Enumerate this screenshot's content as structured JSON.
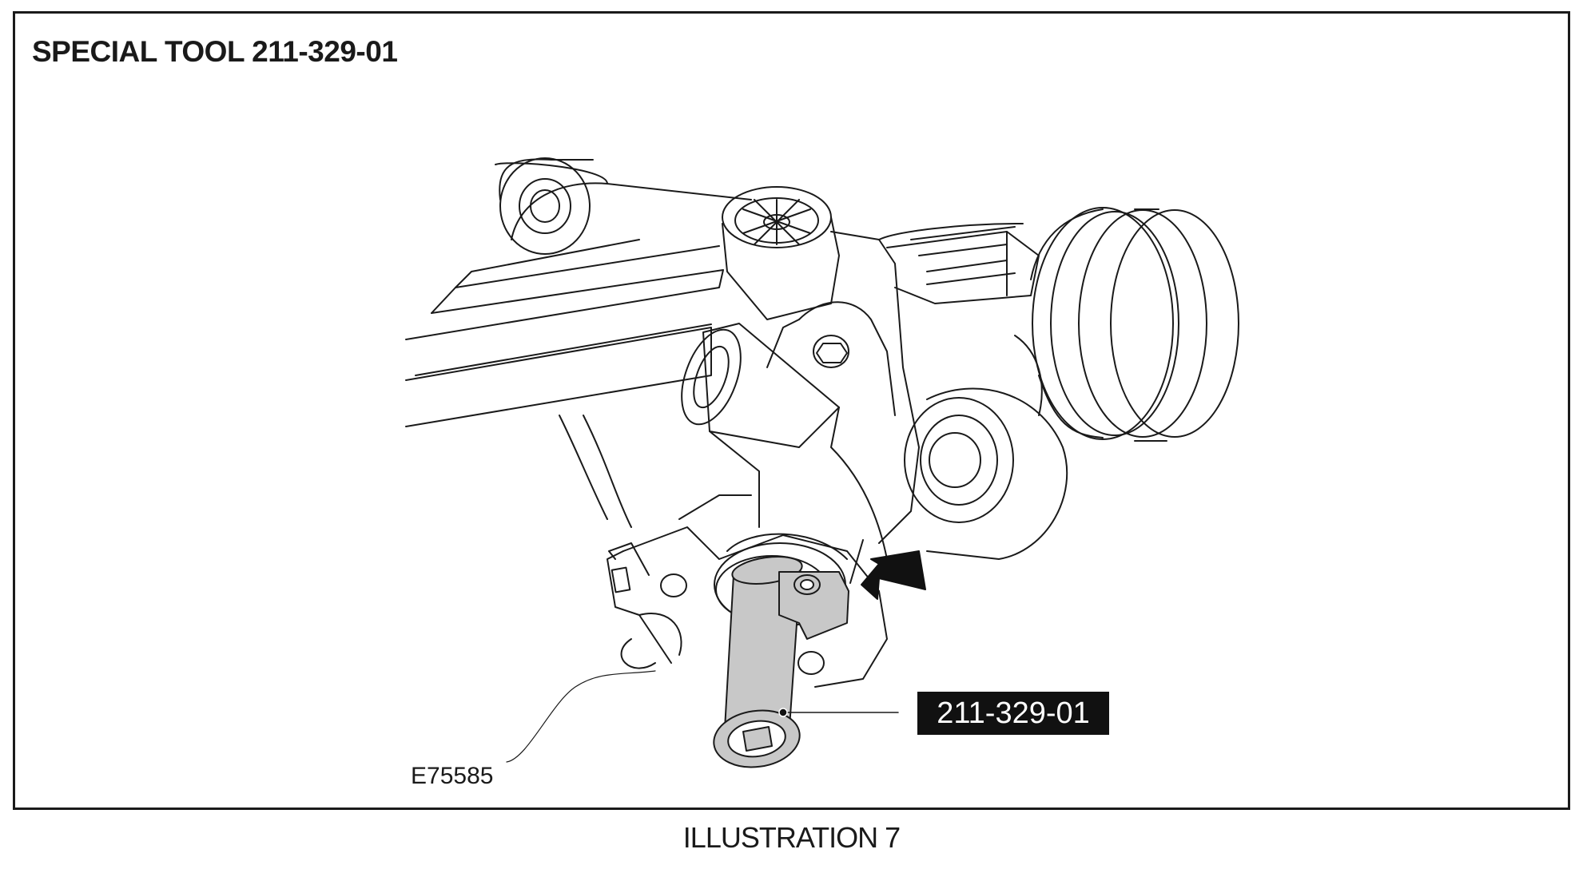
{
  "title": "SPECIAL TOOL 211-329-01",
  "callout_label": "211-329-01",
  "figure_id": "E75585",
  "caption": "ILLUSTRATION 7",
  "colors": {
    "line": "#1a1a1a",
    "tool_fill": "#c8c8c8",
    "callout_bg": "#111111"
  }
}
